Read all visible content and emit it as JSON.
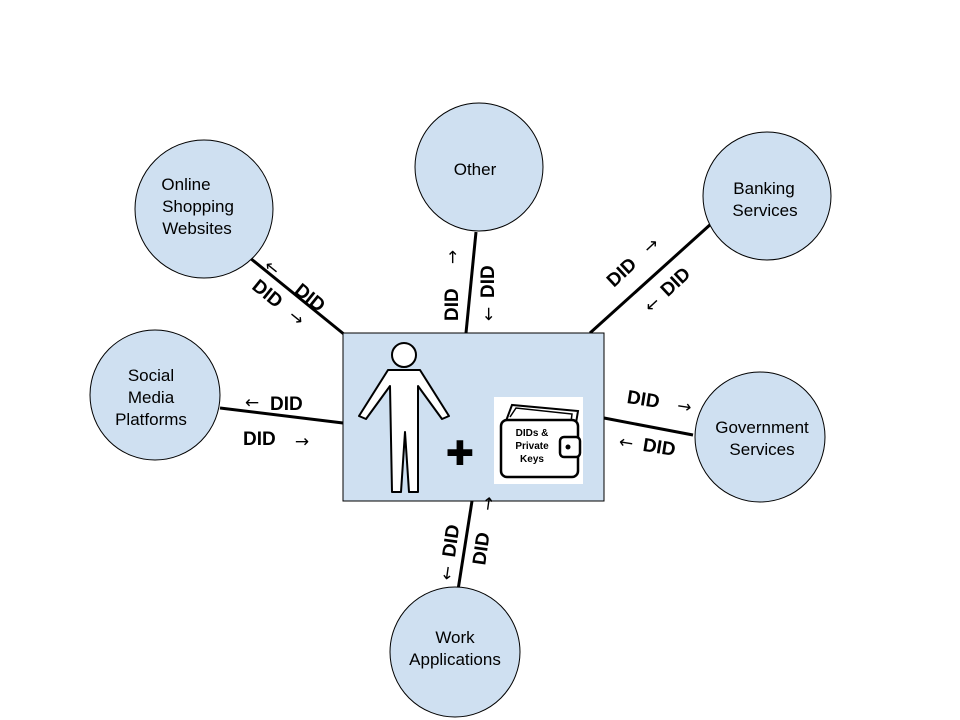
{
  "center": {
    "wallet_lines": [
      "DIDs &",
      "Private",
      "Keys"
    ],
    "plus_symbol": "✚"
  },
  "nodes": [
    {
      "id": "other",
      "lines": [
        "Other"
      ]
    },
    {
      "id": "banking",
      "lines": [
        "Banking",
        "Services"
      ]
    },
    {
      "id": "online-shopping",
      "lines": [
        "Online",
        "Shopping",
        "Websites"
      ]
    },
    {
      "id": "social-media",
      "lines": [
        "Social",
        "Media",
        "Platforms"
      ]
    },
    {
      "id": "government",
      "lines": [
        "Government",
        "Services"
      ]
    },
    {
      "id": "work",
      "lines": [
        "Work",
        "Applications"
      ]
    }
  ],
  "edge_label": "DID",
  "arrows": {
    "left": "←",
    "right": "→",
    "up": "↑",
    "down": "↓"
  },
  "colors": {
    "node_fill": "#cfe0f1",
    "center_fill": "#cfe0f1",
    "line": "#000000"
  }
}
